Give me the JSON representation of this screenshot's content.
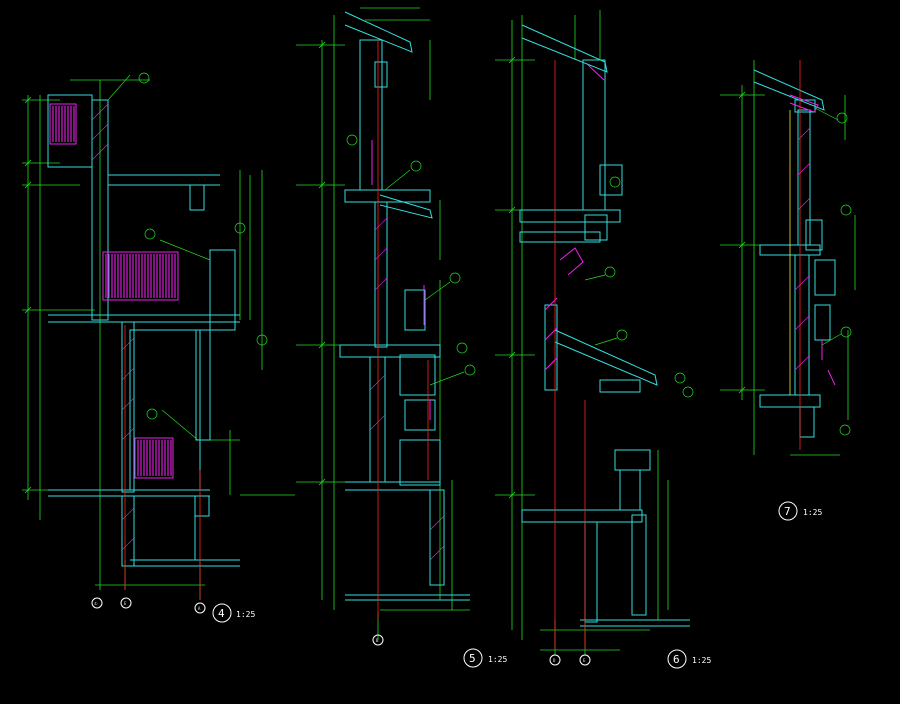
{
  "drawing": {
    "background": "#000000",
    "colors": {
      "green": "#22dd22",
      "cyan": "#33dddd",
      "magenta": "#ee22ee",
      "red": "#ff2222",
      "white": "#ffffff",
      "yellow": "#eeee22"
    },
    "details": [
      {
        "id": "4",
        "number": "4",
        "scale": "1:25",
        "axis_tags": [
          "①",
          "E",
          "A"
        ]
      },
      {
        "id": "5",
        "number": "5",
        "scale": "1:25",
        "axis_tags": [
          "B"
        ]
      },
      {
        "id": "6",
        "number": "6",
        "scale": "1:25",
        "axis_tags": [
          "D",
          "E"
        ]
      },
      {
        "id": "7",
        "number": "7",
        "scale": "1:25",
        "axis_tags": []
      }
    ]
  }
}
